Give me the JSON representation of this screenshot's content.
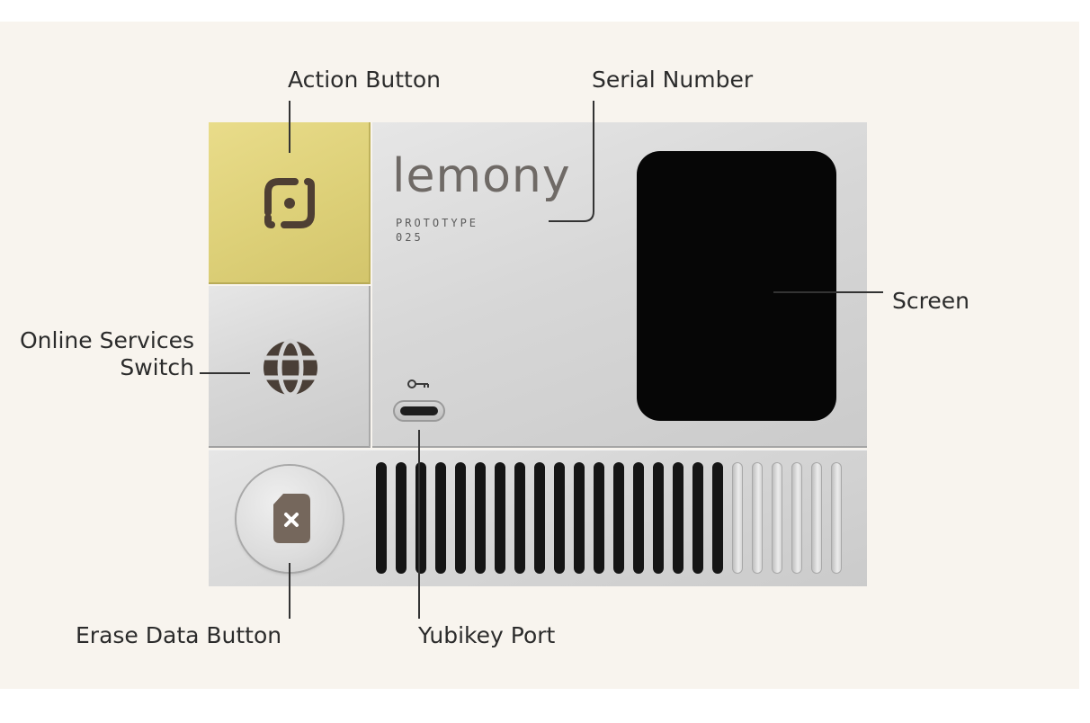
{
  "labels": {
    "action_button": "Action Button",
    "serial_number": "Serial Number",
    "online_services_line1": "Online Services",
    "online_services_line2": "Switch",
    "screen": "Screen",
    "erase_data_button": "Erase Data Button",
    "yubikey_port": "Yubikey Port"
  },
  "device": {
    "logo_text": "lemony",
    "serial_text": "PROTOTYPE 025"
  },
  "icons": {
    "action": "focus-target-icon",
    "online": "globe-icon",
    "port": "key-icon",
    "erase": "sd-card-x-icon"
  },
  "colors": {
    "background": "#f8f4ee",
    "action_button": "#e2d47e",
    "screen": "#060606",
    "icon_brown": "#4e3f33"
  }
}
